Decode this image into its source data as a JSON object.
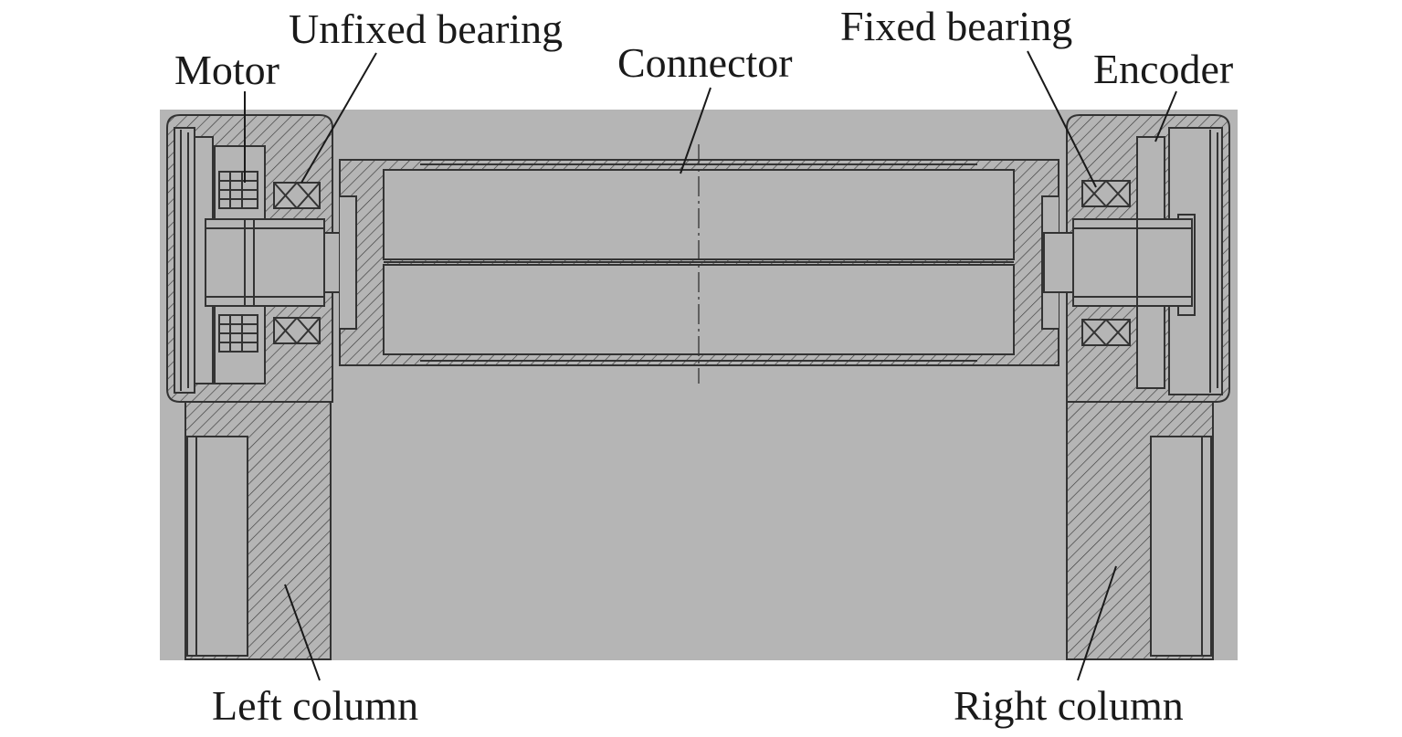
{
  "labels": {
    "motor": "Motor",
    "unfixed_bearing": "Unfixed bearing",
    "connector": "Connector",
    "fixed_bearing": "Fixed bearing",
    "encoder": "Encoder",
    "left_column": "Left column",
    "right_column": "Right column"
  },
  "colors": {
    "background_panel": "#b5b5b5",
    "line": "#333333",
    "leader": "#1a1a1a",
    "text": "#1a1a1a"
  }
}
